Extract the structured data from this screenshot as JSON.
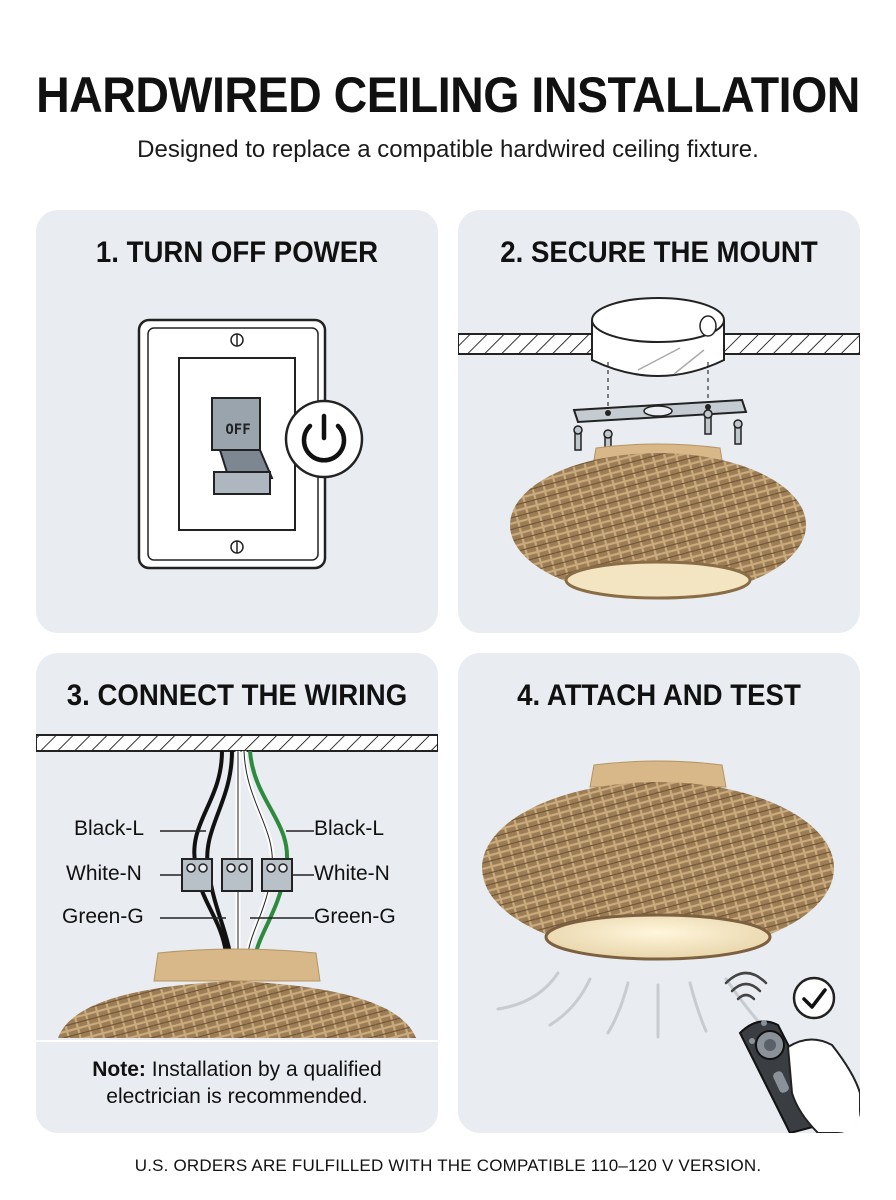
{
  "header": {
    "title": "HARDWIRED CEILING INSTALLATION",
    "subtitle": "Designed to replace a compatible hardwired ceiling fixture."
  },
  "steps": [
    {
      "title": "1. TURN OFF POWER",
      "switch_label": "OFF",
      "icon": "power-icon"
    },
    {
      "title": "2. SECURE THE MOUNT",
      "icon": "mounting-bracket-icon"
    },
    {
      "title": "3. CONNECT THE WIRING",
      "left_labels": [
        "Black-L",
        "White-N",
        "Green-G"
      ],
      "right_labels": [
        "Black-L",
        "White-N",
        "Green-G"
      ],
      "note_bold": "Note:",
      "note_line1": " Installation by a qualified",
      "note_line2": "electrician is recommended."
    },
    {
      "title": "4. ATTACH AND TEST",
      "icon": "checkmark-icon"
    }
  ],
  "colors": {
    "panel_bg": "#e9ecf0",
    "rattan": "#a0825a",
    "canopy": "#d9b98a",
    "wire_black": "#111111",
    "wire_green": "#2e8b3e"
  },
  "footer": "U.S. ORDERS ARE FULFILLED WITH THE COMPATIBLE 110–120 V VERSION."
}
